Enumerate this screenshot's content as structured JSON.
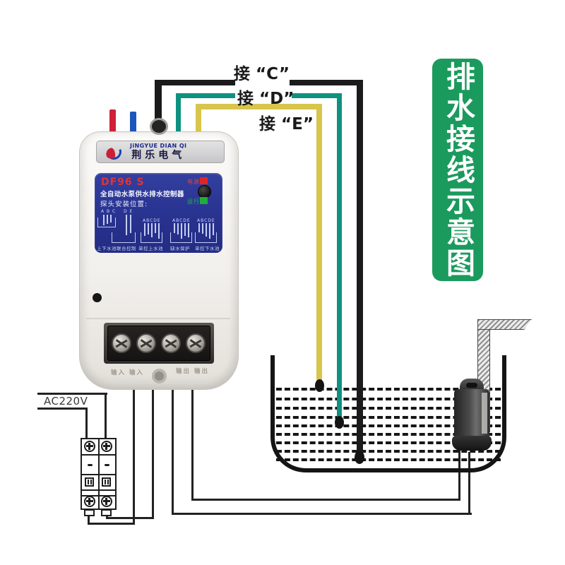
{
  "banner": {
    "text": "排水接线示意图"
  },
  "wire_labels": {
    "c": "接 “C”",
    "d": "接 “D”",
    "e": "接 “E”"
  },
  "power": {
    "label": "AC220V"
  },
  "controller": {
    "brand_en": "JiNGYUE DIAN QI",
    "brand_cn": "荆乐电气",
    "model": "DF96 S",
    "title": "全自动水泵供水排水控制器",
    "probe_caption": "探头安装位置:",
    "led_power": "电源",
    "led_run": "运行",
    "modes": [
      {
        "probes_left": "A B C",
        "probes_right": "D E",
        "caption": "上下水池联合控制"
      },
      {
        "probes": "ABCDE",
        "caption": "单控上水池"
      },
      {
        "probes": "ABCDE",
        "caption": "缺水保护"
      },
      {
        "probes": "ABCDE",
        "caption": "单控下水池"
      }
    ],
    "input_marks": "输入 输入",
    "output_marks": "输出 输出"
  },
  "colors": {
    "banner_green": "#1b9a5e",
    "wire_black": "#1b1b1b",
    "wire_teal": "#0e9180",
    "wire_yellow": "#d8c54b",
    "wire_red": "#cf2038",
    "wire_blue": "#1c55bb",
    "panel_blue": "#2a3492"
  }
}
